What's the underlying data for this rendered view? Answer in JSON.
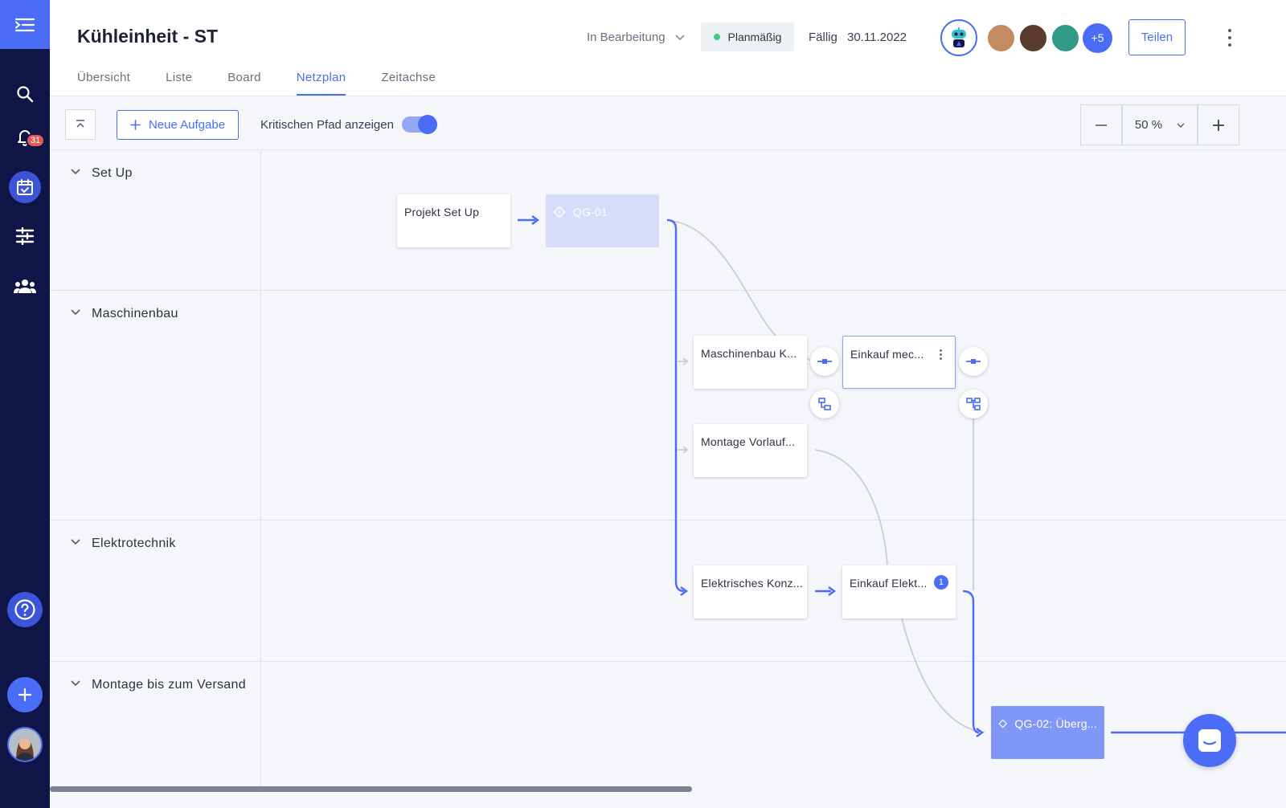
{
  "header": {
    "title": "Kühleinheit - ST",
    "status": "In Bearbeitung",
    "plan_badge": "Planmäßig",
    "due_label": "Fällig",
    "due_date": "30.11.2022",
    "more_members": "+5",
    "share_label": "Teilen"
  },
  "tabs": [
    {
      "label": "Übersicht"
    },
    {
      "label": "Liste"
    },
    {
      "label": "Board"
    },
    {
      "label": "Netzplan"
    },
    {
      "label": "Zeitachse"
    }
  ],
  "sidebar": {
    "notification_count": "31"
  },
  "toolbar": {
    "new_task_label": "Neue Aufgabe",
    "critical_path_label": "Kritischen Pfad anzeigen",
    "critical_path_on": true,
    "zoom": "50 %"
  },
  "lanes": [
    {
      "title": "Set Up"
    },
    {
      "title": "Maschinenbau"
    },
    {
      "title": "Elektrotechnik"
    },
    {
      "title": "Montage bis zum Versand"
    }
  ],
  "tasks": {
    "projekt_setup": "Projekt Set Up",
    "qg01": "QG-01",
    "maschinenbau": "Maschinenbau K...",
    "einkauf_mech": "Einkauf mec...",
    "montage": "Montage Vorlauf...",
    "elektrisch": "Elektrisches Konz...",
    "einkauf_elekt": "Einkauf Elekt...",
    "einkauf_elekt_count": "1",
    "qg02": "QG-02: Überg..."
  },
  "colors": {
    "accent": "#4a6cf7",
    "sidebar": "#0f1546",
    "status_green": "#3ecb88"
  }
}
